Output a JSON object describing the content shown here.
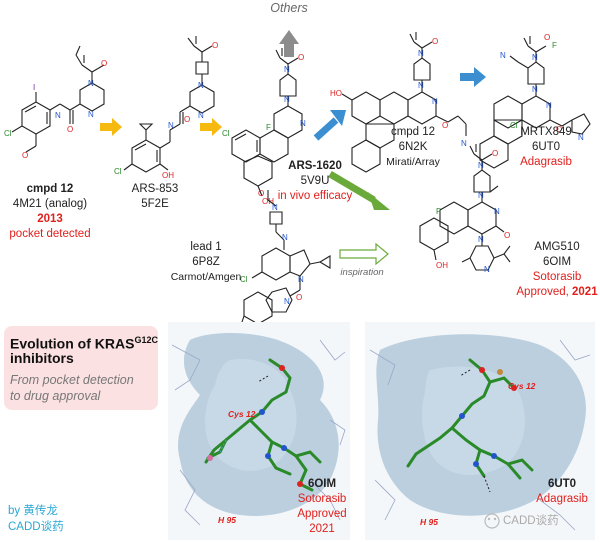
{
  "header": {
    "others_label": "Others"
  },
  "compounds": [
    {
      "name": "cmpd 12",
      "code": "4M21 (analog)",
      "year": "2013",
      "note": "pocket detected"
    },
    {
      "name": "ARS-853",
      "code": "5F2E"
    },
    {
      "name": "ARS-1620",
      "code": "5V9U",
      "note": "in vivo efficacy"
    },
    {
      "name": "cmpd 12",
      "code": "6N2K",
      "company": "Mirati/Array"
    },
    {
      "name": "MRTX849",
      "code": "6UT0",
      "drug": "Adagrasib"
    },
    {
      "name": "lead 1",
      "code": "6P8Z",
      "company": "Carmot/Amgen"
    },
    {
      "name": "AMG510",
      "code": "6OIM",
      "drug": "Sotorasib",
      "approval": "Approved, ",
      "approval_year": "2021"
    }
  ],
  "inspiration_label": "inspiration",
  "title_box": {
    "line1": "Evolution of KRAS",
    "superscript": "G12C",
    "line2": "inhibitors",
    "subtitle_line1": "From pocket detection",
    "subtitle_line2": "to drug approval"
  },
  "credits": {
    "author": "by 黄传龙",
    "org": "CADD谈药"
  },
  "panels": [
    {
      "pdb": "6OIM",
      "drug": "Sotorasib",
      "status": "Approved",
      "year": "2021",
      "residue_top": "Cys 12",
      "residue_bottom": "H 95"
    },
    {
      "pdb": "6UT0",
      "drug": "Adagrasib",
      "residue_top": "Cys 12",
      "residue_bottom": "H 95"
    }
  ],
  "watermark": "CADD谈药",
  "colors": {
    "arrow_yellow": "#f5b90f",
    "arrow_blue": "#3b8fd1",
    "arrow_green": "#6aaa3a",
    "arrow_gray": "#8c8c8c",
    "accent_red": "#e0201c",
    "credit_blue": "#2aa7d6",
    "title_box_bg": "#fbe1e1"
  }
}
